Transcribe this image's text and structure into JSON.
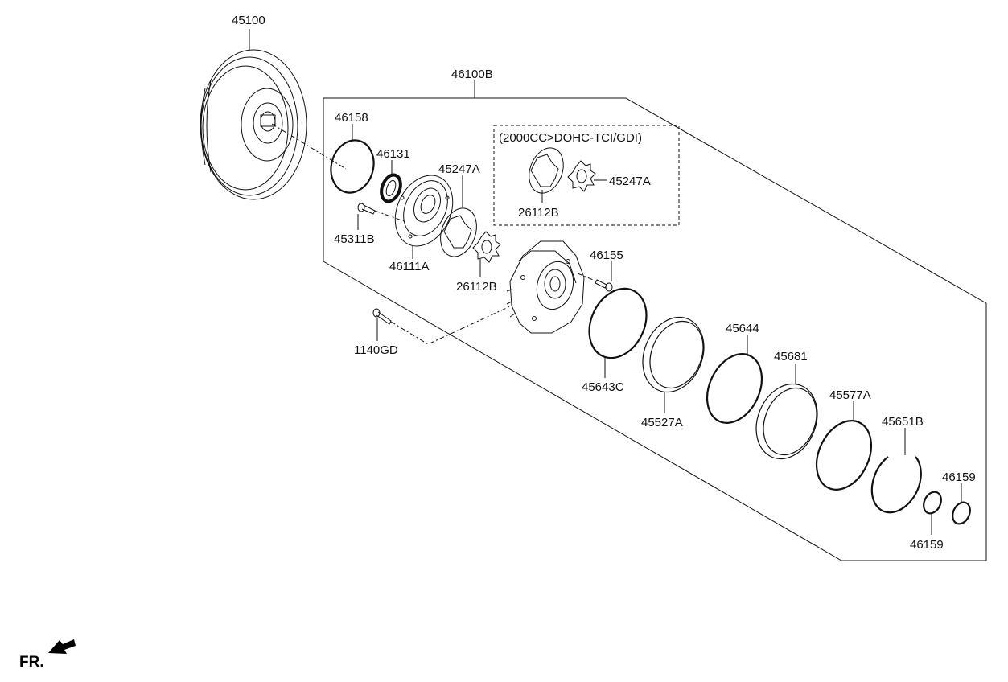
{
  "labels": {
    "p45100": "45100",
    "p46100B": "46100B",
    "p46158": "46158",
    "p46131": "46131",
    "p45247A_main": "45247A",
    "p45311B": "45311B",
    "p46111A": "46111A",
    "p26112B_main": "26112B",
    "p46155": "46155",
    "p1140GD": "1140GD",
    "p45643C": "45643C",
    "p45527A": "45527A",
    "p45644": "45644",
    "p45681": "45681",
    "p45577A": "45577A",
    "p45651B": "45651B",
    "p46159_top": "46159",
    "p46159_bottom": "46159",
    "p26112B_inset": "26112B",
    "p45247A_inset": "45247A"
  },
  "inset_note": "(2000CC>DOHC-TCI/GDI)",
  "front_marker": "FR."
}
